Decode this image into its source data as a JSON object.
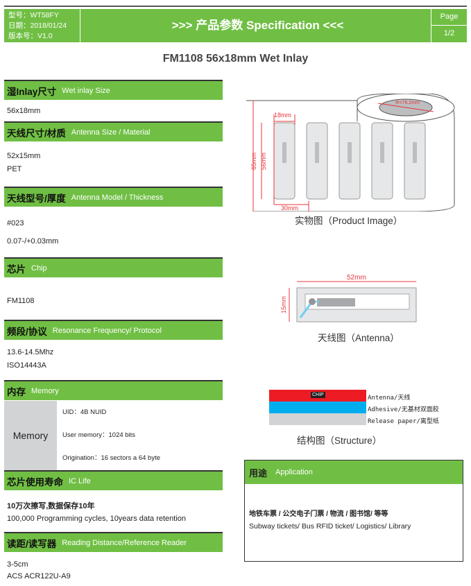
{
  "header": {
    "model": "型号：WT58FY",
    "date": "日期：2018/01/24",
    "version": "版本号：V1.0",
    "title": ">>> 产品参数 Specification <<<",
    "page_label": "Page",
    "page_number": "1/2"
  },
  "doc_title": "FM1108 56x18mm Wet Inlay",
  "sections": [
    {
      "cn": "湿Inlay尺寸",
      "en": "Wet inlay Size",
      "values": [
        "56x18mm"
      ]
    },
    {
      "cn": "天线尺寸/材质",
      "en": "Antenna Size / Material",
      "values": [
        "52x15mm",
        "PET"
      ]
    },
    {
      "cn": "天线型号/厚度",
      "en": "Antenna Model / Thickness",
      "values": [
        "#023",
        "0.07-/+0.03mm"
      ]
    },
    {
      "cn": "芯片",
      "en": "Chip",
      "values": [
        "FM1108"
      ]
    },
    {
      "cn": "频段/协议",
      "en": "Resonance Frequency/ Protocol",
      "values": [
        "13.6-14.5Mhz",
        "ISO14443A"
      ]
    },
    {
      "cn": "内存",
      "en": "Memory",
      "label": "Memory",
      "values": [
        "UID：4B NUID",
        "User memory：1024 bits",
        "Origination：16 sectors a 64 byte"
      ]
    },
    {
      "cn": "芯片使用寿命",
      "en": "IC Life",
      "values": [
        "10万次擦写,数据保存10年",
        "100,000 Programming cycles, 10years data retention"
      ]
    },
    {
      "cn": "读距/读写器",
      "en": "Reading Distance/Reference Reader",
      "values": [
        "3-5cm",
        "ACS ACR122U-A9"
      ]
    }
  ],
  "product_image": {
    "caption": "实物图（Product Image）",
    "dims": {
      "width": "18mm",
      "height_outer": "65mm",
      "height_inner": "56mm",
      "pitch": "30mm",
      "core": "Φ=76.2mm"
    }
  },
  "antenna": {
    "caption": "天线图（Antenna）",
    "width": "52mm",
    "height": "15mm"
  },
  "structure": {
    "caption": "结构图（Structure）",
    "chip": "CHIP",
    "layers": [
      {
        "label": "Antenna/天线",
        "color": "#ed1c24"
      },
      {
        "label": "Adhesive/无基材双面胶",
        "color": "#00aeef"
      },
      {
        "label": "Release paper/离型纸",
        "color": "#d1d3d4"
      }
    ]
  },
  "application": {
    "cn": "用途",
    "en": "Application",
    "line1": "地铁车票 / 公交电子门票 / 物流 / 图书馆/ 等等",
    "line2": "Subway tickets/ Bus RFID ticket/  Logistics/ Library"
  }
}
